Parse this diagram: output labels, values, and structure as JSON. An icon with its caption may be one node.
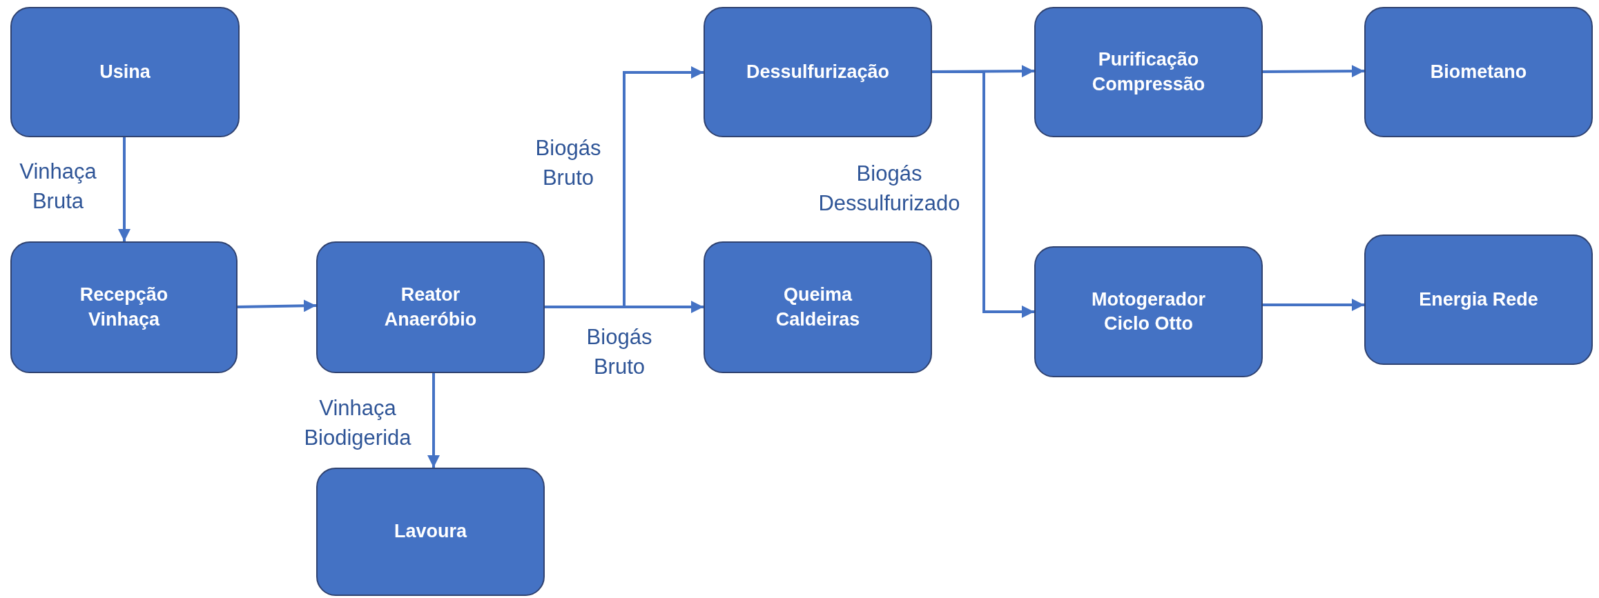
{
  "diagram": {
    "nodes": [
      {
        "text": [
          "Usina"
        ]
      },
      {
        "text": [
          "Recepção Vinhaça"
        ]
      },
      {
        "text": [
          "Reator Anaeróbio"
        ]
      },
      {
        "text": [
          "Lavoura"
        ]
      },
      {
        "text": [
          "Dessulfurização"
        ]
      },
      {
        "text": [
          "Queima Caldeiras"
        ]
      },
      {
        "text": [
          "Purificação Compressão"
        ]
      },
      {
        "text": [
          "Biometano"
        ]
      },
      {
        "text": [
          "Motogerador Ciclo Otto"
        ]
      },
      {
        "text": [
          "Energia Rede"
        ]
      }
    ],
    "edges": [
      {
        "from": 0,
        "to": 1,
        "arrow": "to",
        "label": "Vinhaça Bruta"
      },
      {
        "from": 1,
        "to": 2,
        "arrow": "to"
      },
      {
        "from": 2,
        "to": 3,
        "arrow": "to",
        "label": "Vinhaça Biodigerida"
      },
      {
        "from": 2,
        "to": 4,
        "arrow": "to",
        "label": "Biogás Bruto"
      },
      {
        "from": 2,
        "to": 5,
        "arrow": "to",
        "label": "Biogás Bruto"
      },
      {
        "from": 4,
        "to": 6,
        "arrow": "to"
      },
      {
        "from": 4,
        "to": 8,
        "arrow": "to",
        "label": "Biogás Dessulfurizado"
      },
      {
        "from": 6,
        "to": 7,
        "arrow": "to"
      },
      {
        "from": 8,
        "to": 9,
        "arrow": "to"
      }
    ]
  }
}
